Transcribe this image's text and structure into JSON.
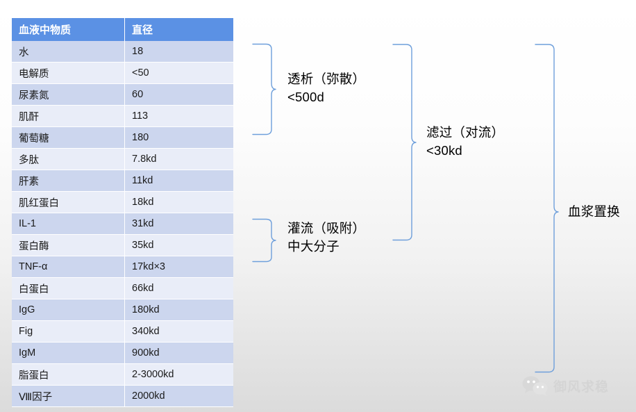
{
  "table": {
    "headers": [
      "血液中物质",
      "直径"
    ],
    "rows": [
      {
        "substance": "水",
        "diameter": "18"
      },
      {
        "substance": "电解质",
        "diameter": "<50"
      },
      {
        "substance": "尿素氮",
        "diameter": "60"
      },
      {
        "substance": "肌酐",
        "diameter": "113"
      },
      {
        "substance": "葡萄糖",
        "diameter": "180"
      },
      {
        "substance": "多肽",
        "diameter": "7.8kd"
      },
      {
        "substance": "肝素",
        "diameter": "11kd"
      },
      {
        "substance": "肌红蛋白",
        "diameter": "18kd"
      },
      {
        "substance": "IL-1",
        "diameter": "31kd"
      },
      {
        "substance": "蛋白酶",
        "diameter": "35kd"
      },
      {
        "substance": "TNF-α",
        "diameter": "17kd×3"
      },
      {
        "substance": "白蛋白",
        "diameter": "66kd"
      },
      {
        "substance": "IgG",
        "diameter": "180kd"
      },
      {
        "substance": "Fig",
        "diameter": "340kd"
      },
      {
        "substance": "IgM",
        "diameter": "900kd"
      },
      {
        "substance": "脂蛋白",
        "diameter": "2-3000kd"
      },
      {
        "substance": "Ⅷ因子",
        "diameter": "2000kd"
      }
    ]
  },
  "annotations": [
    {
      "id": "dialysis",
      "text": "透析（弥散）\n<500d"
    },
    {
      "id": "hemoperfusion",
      "text": "灌流（吸附）\n中大分子"
    },
    {
      "id": "filtration",
      "text": "滤过（对流）\n<30kd"
    },
    {
      "id": "plasma-exchange",
      "text": "血浆置换"
    }
  ],
  "braces": [
    {
      "id": "brace-dialysis",
      "label": "透析（弥散）"
    },
    {
      "id": "brace-hemoperfusion",
      "label": "灌流（吸附）"
    },
    {
      "id": "brace-filtration",
      "label": "滤过（对流）"
    },
    {
      "id": "brace-plasma-exchange",
      "label": "血浆置换"
    }
  ],
  "watermark": {
    "icon": "wechat-icon",
    "account": "御风求稳"
  },
  "colors": {
    "header_blue": "#5b91e4",
    "row_dark": "#ccd6ee",
    "row_light": "#e9edf8",
    "brace_blue": "#6e9fdb",
    "watermark_grey": "#d4d4d4"
  }
}
